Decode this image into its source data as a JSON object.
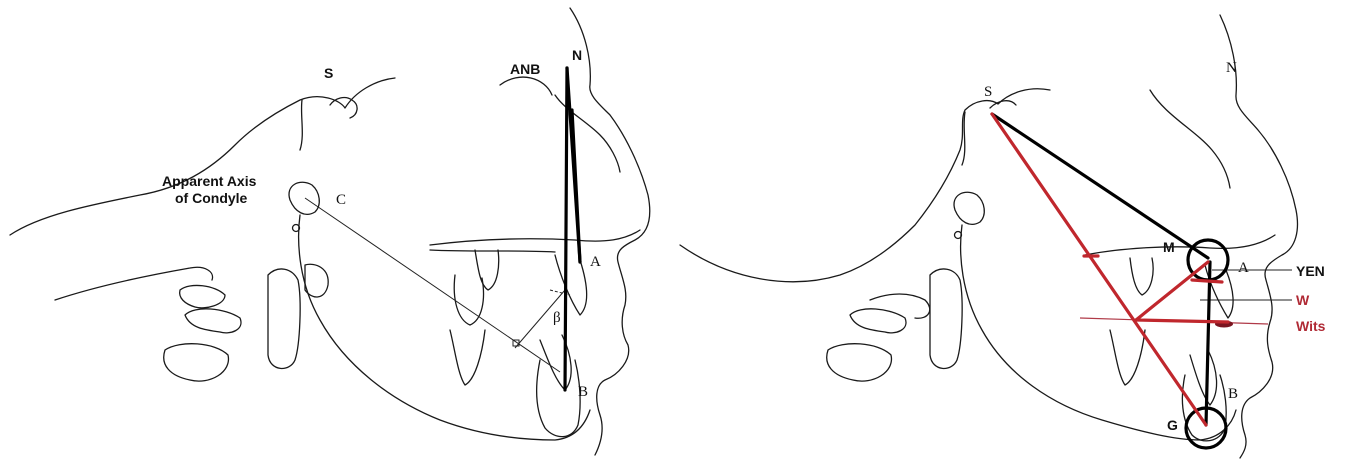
{
  "left_panel": {
    "labels": {
      "s": "S",
      "n": "N",
      "anb": "ANB",
      "axis_line1": "Apparent Axis",
      "axis_line2": "of Condyle",
      "c": "C",
      "a": "A",
      "b": "B",
      "beta": "β"
    }
  },
  "right_panel": {
    "labels": {
      "s": "S",
      "n": "N",
      "m": "M",
      "a": "A",
      "yen": "YEN",
      "w": "W",
      "wits": "Wits",
      "b": "B",
      "g": "G"
    }
  },
  "colors": {
    "line": "#000000",
    "accent_red": "#c0272d"
  }
}
